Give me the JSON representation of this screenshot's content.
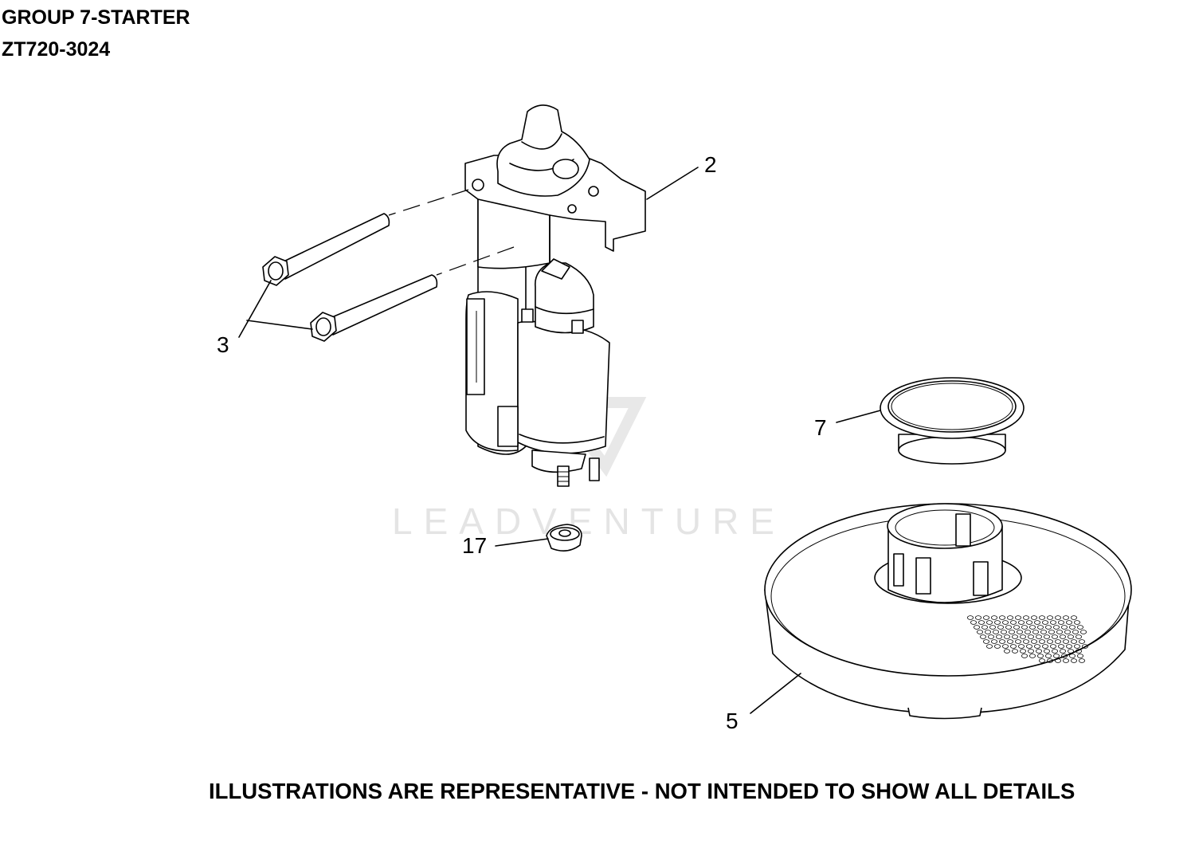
{
  "header": {
    "title": "GROUP 7-STARTER",
    "model": "ZT720-3024"
  },
  "watermark": "LEADVENTURE",
  "callouts": {
    "c2": "2",
    "c3": "3",
    "c5": "5",
    "c7": "7",
    "c17": "17"
  },
  "footer": {
    "disclaimer": "ILLUSTRATIONS ARE REPRESENTATIVE - NOT INTENDED TO SHOW ALL DETAILS"
  },
  "colors": {
    "line": "#000000",
    "background": "#ffffff",
    "watermark": "#e2e2e2"
  }
}
